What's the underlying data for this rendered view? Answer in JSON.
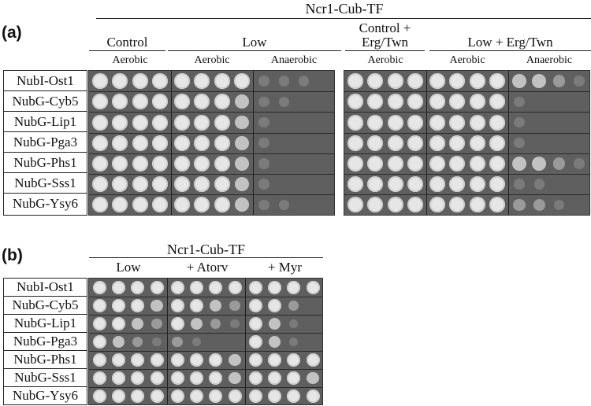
{
  "panel_a": {
    "letter": "(a)",
    "title": "Ncr1-Cub-TF",
    "groups": [
      "Control",
      "Low",
      "Control +\nErg/Twn",
      "Low + Erg/Twn"
    ],
    "subheaders": [
      "Aerobic",
      "Aerobic",
      "Anaerobic",
      "Aerobic",
      "Aerobic",
      "Anaerobic"
    ],
    "rows": [
      "NubI-Ost1",
      "NubG-Cyb5",
      "NubG-Lip1",
      "NubG-Pga3",
      "NubG-Phs1",
      "NubG-Sss1",
      "NubG-Ysy6"
    ],
    "growth": [
      [
        [
          4,
          4,
          4,
          4
        ],
        [
          4,
          4,
          4,
          4
        ],
        [
          1,
          1,
          1,
          0
        ],
        [
          4,
          4,
          4,
          4
        ],
        [
          4,
          4,
          4,
          4
        ],
        [
          3,
          3,
          2,
          1
        ]
      ],
      [
        [
          4,
          4,
          4,
          4
        ],
        [
          4,
          4,
          4,
          3
        ],
        [
          1,
          1,
          0,
          0
        ],
        [
          4,
          4,
          4,
          4
        ],
        [
          4,
          4,
          4,
          4
        ],
        [
          1,
          0,
          0,
          0
        ]
      ],
      [
        [
          4,
          4,
          4,
          4
        ],
        [
          4,
          4,
          4,
          3
        ],
        [
          1,
          0,
          0,
          0
        ],
        [
          4,
          4,
          4,
          4
        ],
        [
          4,
          4,
          4,
          4
        ],
        [
          1,
          0,
          0,
          0
        ]
      ],
      [
        [
          4,
          4,
          4,
          4
        ],
        [
          4,
          4,
          4,
          3
        ],
        [
          1,
          0,
          0,
          0
        ],
        [
          4,
          4,
          4,
          4
        ],
        [
          4,
          4,
          4,
          4
        ],
        [
          1,
          0,
          0,
          0
        ]
      ],
      [
        [
          4,
          4,
          4,
          4
        ],
        [
          4,
          4,
          4,
          3
        ],
        [
          1,
          0,
          0,
          0
        ],
        [
          4,
          4,
          4,
          4
        ],
        [
          4,
          4,
          4,
          4
        ],
        [
          3,
          3,
          2,
          1
        ]
      ],
      [
        [
          4,
          4,
          4,
          4
        ],
        [
          4,
          4,
          4,
          3
        ],
        [
          1,
          0,
          0,
          0
        ],
        [
          4,
          4,
          4,
          4
        ],
        [
          4,
          4,
          4,
          4
        ],
        [
          1,
          1,
          0,
          0
        ]
      ],
      [
        [
          4,
          4,
          4,
          4
        ],
        [
          4,
          4,
          4,
          3
        ],
        [
          1,
          1,
          0,
          0
        ],
        [
          4,
          4,
          4,
          4
        ],
        [
          4,
          4,
          4,
          4
        ],
        [
          2,
          2,
          1,
          0
        ]
      ]
    ]
  },
  "panel_b": {
    "letter": "(b)",
    "title": "Ncr1-Cub-TF",
    "groups": [
      "Low",
      "+ Atorv",
      "+ Myr"
    ],
    "rows": [
      "NubI-Ost1",
      "NubG-Cyb5",
      "NubG-Lip1",
      "NubG-Pga3",
      "NubG-Phs1",
      "NubG-Sss1",
      "NubG-Ysy6"
    ],
    "growth": [
      [
        [
          4,
          4,
          4,
          4
        ],
        [
          4,
          4,
          4,
          4
        ],
        [
          4,
          4,
          4,
          4
        ]
      ],
      [
        [
          4,
          4,
          4,
          3
        ],
        [
          4,
          4,
          3,
          2
        ],
        [
          4,
          4,
          2,
          0
        ]
      ],
      [
        [
          4,
          4,
          3,
          2
        ],
        [
          4,
          3,
          2,
          1
        ],
        [
          4,
          3,
          1,
          0
        ]
      ],
      [
        [
          4,
          3,
          2,
          1
        ],
        [
          2,
          1,
          0,
          0
        ],
        [
          4,
          3,
          1,
          0
        ]
      ],
      [
        [
          4,
          4,
          4,
          4
        ],
        [
          4,
          4,
          4,
          3
        ],
        [
          4,
          4,
          4,
          4
        ]
      ],
      [
        [
          4,
          4,
          4,
          4
        ],
        [
          4,
          4,
          4,
          3
        ],
        [
          4,
          4,
          4,
          3
        ]
      ],
      [
        [
          4,
          4,
          4,
          4
        ],
        [
          4,
          4,
          4,
          4
        ],
        [
          4,
          4,
          4,
          4
        ]
      ]
    ]
  },
  "colors": {
    "plate": "#5f5f5f",
    "colony": "#e6e6e6",
    "line": "#222222"
  }
}
